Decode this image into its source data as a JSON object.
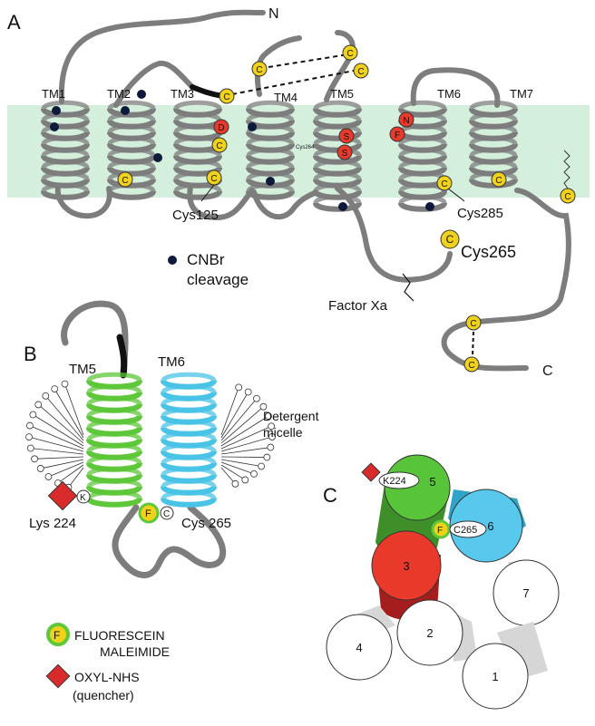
{
  "panel_a": {
    "label": "A",
    "n_terminus": "N",
    "c_terminus": "C",
    "tm_labels": [
      "TM1",
      "TM2",
      "TM3",
      "TM4",
      "TM5",
      "TM6",
      "TM7"
    ],
    "residues": {
      "cys": "C",
      "asp": "D",
      "ser": "S",
      "asn": "N",
      "phe": "F"
    },
    "tiny_label": "Cys264",
    "cys125": "Cys125",
    "cys285": "Cys285",
    "cys265": "Cys265",
    "cnbr_line1": "CNBr",
    "cnbr_line2": "cleavage",
    "factor_xa": "Factor Xa",
    "colors": {
      "membrane": "#d4f0dc",
      "helix": "#808080",
      "yellow": "#f1d21a",
      "red": "#e8392b",
      "dot": "#0f1a3a"
    }
  },
  "panel_b": {
    "label": "B",
    "tm5": "TM5",
    "tm6": "TM6",
    "detergent_line1": "Detergent",
    "detergent_line2": "micelle",
    "lys224": "Lys 224",
    "cys265": "Cys 265",
    "k": "K",
    "f": "F",
    "c": "C",
    "colors": {
      "green": "#5ec73a",
      "blue": "#49c3e6",
      "quencher": "#d92b2b"
    }
  },
  "panel_c": {
    "label": "C",
    "helices": [
      "1",
      "2",
      "3",
      "4",
      "5",
      "6",
      "7"
    ],
    "k224": "K224",
    "c265": "C265",
    "f": "F"
  },
  "legend": {
    "f_symbol": "F",
    "fluorescein_line1": "FLUORESCEIN",
    "fluorescein_line2": "MALEIMIDE",
    "oxyl": "OXYL-NHS",
    "quencher": "(quencher)"
  }
}
